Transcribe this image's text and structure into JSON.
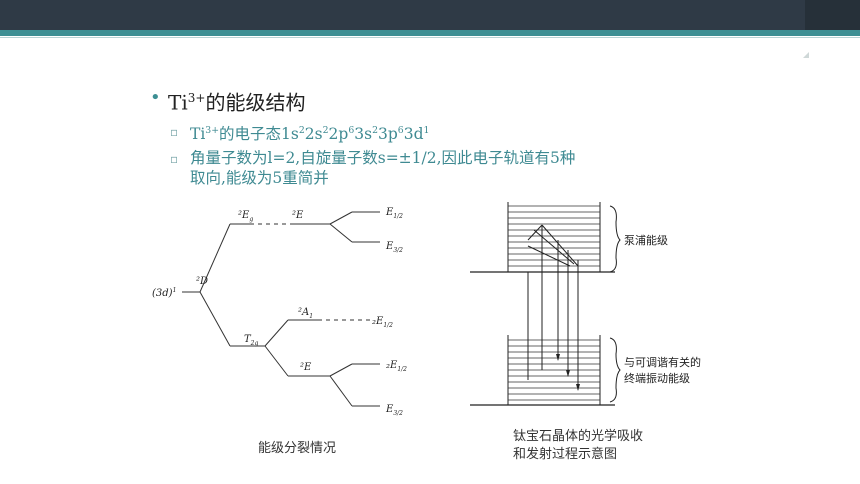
{
  "bullet1": {
    "prefix": "Ti",
    "sup": "3+",
    "suffix": "的能级结构"
  },
  "bullet2": {
    "pre": "Ti",
    "sup1": "3+",
    "mid": "的电子态1s",
    "s1": "2",
    "p1": "2s",
    "s2": "2",
    "p2": "2p",
    "s3": "6",
    "p3": "3s",
    "s4": "2",
    "p4": "3p",
    "s5": "6",
    "p5": "3d",
    "s6": "1"
  },
  "bullet3": {
    "line1": "角量子数为l=2,自旋量子数s=±1/2,因此电子轨道有5种",
    "line2": "取向,能级为5重简并"
  },
  "left_diagram": {
    "caption": "能级分裂情况",
    "root": "(3d)",
    "root_sup": "1",
    "d_label": "²D",
    "eg": "²E",
    "eg_sub": "g",
    "e_upper": "²E",
    "e12_top": "E",
    "e12_top_sub": "1/2",
    "e32_top": "E",
    "e32_top_sub": "3/2",
    "t2g": "T",
    "t2g_sub": "2g",
    "a1": "²A",
    "a1_sub": "1",
    "e12_mid": "₂E",
    "e12_mid_sub": "1/2",
    "e_lower": "²E",
    "e12_low": "₂E",
    "e12_low_sub": "1/2",
    "e32_low": "E",
    "e32_low_sub": "3/2"
  },
  "right_diagram": {
    "caption_line1": "钛宝石晶体的光学吸收",
    "caption_line2": "和发射过程示意图",
    "label_pump": "泵浦能级",
    "label_lower_1": "与可调谐有关的",
    "label_lower_2": "终端振动能级"
  }
}
